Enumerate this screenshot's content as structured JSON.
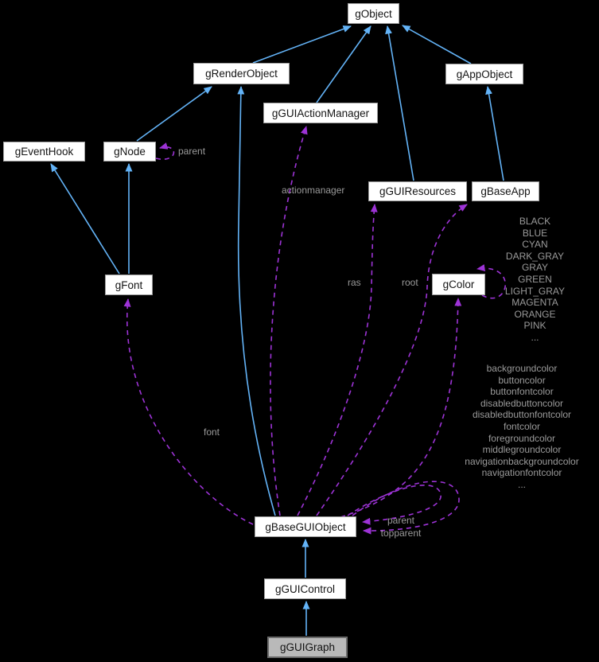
{
  "diagram": {
    "title": "gGUIGraph collaboration diagram",
    "background_color": "#000000",
    "inheritance_edge_color": "#63b3f7",
    "usage_edge_color": "#9d33d6",
    "edge_label_color": "#9a9a9a",
    "node_fill_color": "#ffffff",
    "node_border_color": "#9e9e9e",
    "highlight_node_fill_color": "#b9b9b9",
    "nodes": {
      "gobject": {
        "label": "gObject"
      },
      "grenderobject": {
        "label": "gRenderObject"
      },
      "gguiactionmanager": {
        "label": "gGUIActionManager"
      },
      "gappobject": {
        "label": "gAppObject"
      },
      "geventhook": {
        "label": "gEventHook"
      },
      "gnode": {
        "label": "gNode"
      },
      "gguiresources": {
        "label": "gGUIResources"
      },
      "gbaseapp": {
        "label": "gBaseApp"
      },
      "gfont": {
        "label": "gFont"
      },
      "gcolor": {
        "label": "gColor"
      },
      "gbaseguiobject": {
        "label": "gBaseGUIObject"
      },
      "gguicontrol": {
        "label": "gGUIControl"
      },
      "gguigraph": {
        "label": "gGUIGraph"
      }
    },
    "edge_labels": {
      "node_parent": "parent",
      "actionmanager": "actionmanager",
      "ras": "ras",
      "root": "root",
      "font": "font",
      "self_parents": [
        "parent",
        "topparent"
      ]
    },
    "gcolor_constants": [
      "BLACK",
      "BLUE",
      "CYAN",
      "DARK_GRAY",
      "GRAY",
      "GREEN",
      "LIGHT_GRAY",
      "MAGENTA",
      "ORANGE",
      "PINK",
      "..."
    ],
    "gcolor_members": [
      "backgroundcolor",
      "buttoncolor",
      "buttonfontcolor",
      "disabledbuttoncolor",
      "disabledbuttonfontcolor",
      "fontcolor",
      "foregroundcolor",
      "middlegroundcolor",
      "navigationbackgroundcolor",
      "navigationfontcolor",
      "..."
    ]
  }
}
